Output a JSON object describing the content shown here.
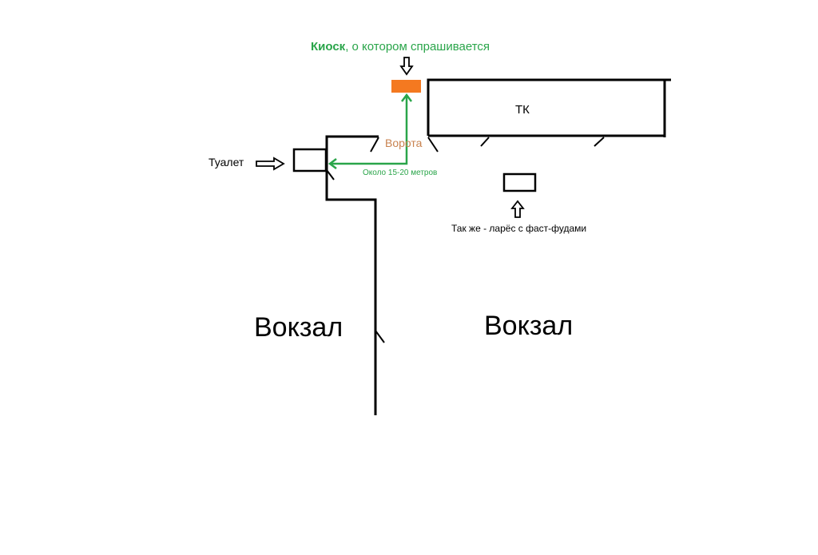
{
  "labels": {
    "kiosk_bold": "Киоск",
    "kiosk_rest": ", о котором спрашивается",
    "tk": "ТК",
    "gate": "Ворота",
    "toilet": "Туалет",
    "distance": "Около 15-20 метров",
    "fast_food": "Так же - ларёс с фаст-фудами",
    "station_left": "Вокзал",
    "station_right": "Вокзал"
  },
  "colors": {
    "walls": "#000000",
    "kiosk_box": "#f47920",
    "route": "#2aa54a",
    "kiosk_title": "#2aa54a",
    "gate_label": "#c8824f"
  }
}
